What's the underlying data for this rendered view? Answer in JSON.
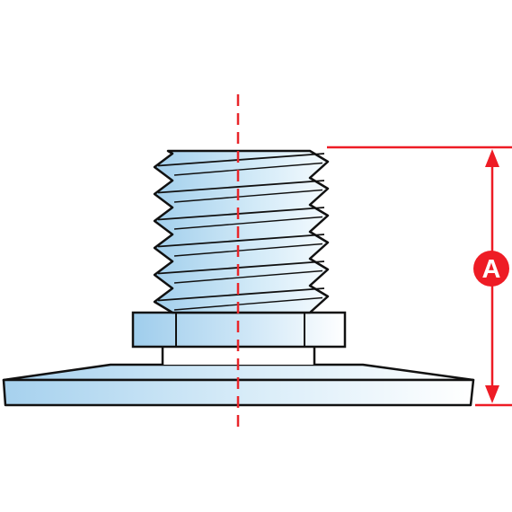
{
  "dimension": {
    "label": "A"
  },
  "colors": {
    "outline": "#111111",
    "metal_light": "#ffffff",
    "metal_blue": "#a9d4ef",
    "dimension_red": "#ee1c25",
    "centerline_red": "#e8262b"
  },
  "parts": {
    "threaded_stud": "threaded-stud",
    "hex_nut": "hex-nut",
    "base_plate": "base-plate"
  }
}
